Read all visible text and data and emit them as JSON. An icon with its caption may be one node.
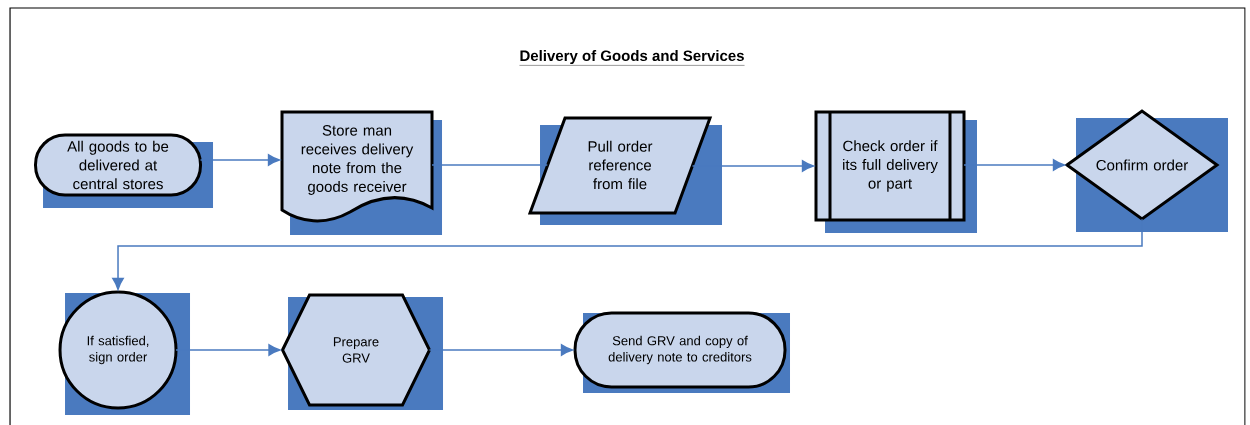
{
  "diagram": {
    "title": "Delivery of Goods and Services",
    "nodes": [
      {
        "text": [
          "All goods to be delivered at central stores"
        ]
      },
      {
        "text": [
          "Store man receives delivery note from the goods receiver"
        ]
      },
      {
        "text": [
          "Pull order reference from file"
        ]
      },
      {
        "text": [
          "Check order if its full delivery or part"
        ]
      },
      {
        "text": [
          "Confirm order"
        ]
      },
      {
        "text": [
          "If satisfied, sign order"
        ]
      },
      {
        "text": [
          "Prepare GRV"
        ]
      },
      {
        "text": [
          "Send GRV and copy of delivery note to creditors"
        ]
      }
    ],
    "edges": [
      {
        "from": 0,
        "to": 1,
        "arrow": "to"
      },
      {
        "from": 1,
        "to": 2,
        "arrow": "none"
      },
      {
        "from": 2,
        "to": 3,
        "arrow": "to"
      },
      {
        "from": 3,
        "to": 4,
        "arrow": "to"
      },
      {
        "from": 4,
        "to": 5,
        "arrow": "to"
      },
      {
        "from": 5,
        "to": 6,
        "arrow": "to"
      },
      {
        "from": 6,
        "to": 7,
        "arrow": "to"
      }
    ]
  }
}
